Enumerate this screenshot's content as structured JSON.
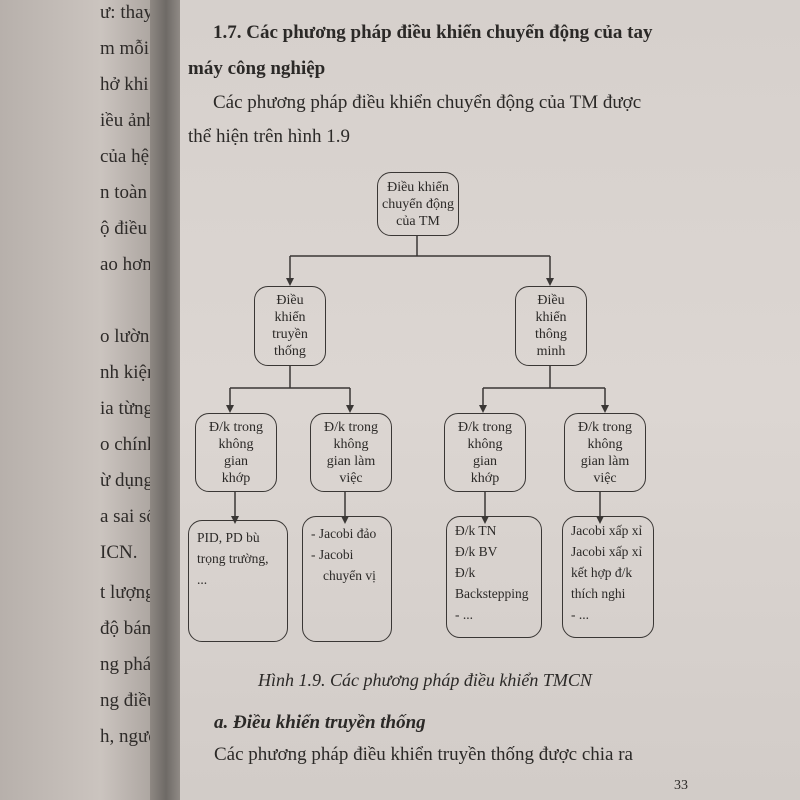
{
  "left_page": {
    "lines": [
      "ư: thay",
      "m mỗi",
      "hở khi",
      "iều ảnh",
      "của hệ",
      "n toàn",
      "ộ điều",
      "ao hơn",
      "o lường",
      "nh kiện",
      "ia từng",
      "o chính",
      "ừ dụng",
      "a sai số",
      "ICN.",
      "t lượng",
      "độ bám",
      "ng pháp",
      "ng điều",
      "h, ngược"
    ]
  },
  "right_page": {
    "section_heading_line1": "1.7. Các phương pháp điều khiển chuyển động của tay",
    "section_heading_line2": "máy công nghiệp",
    "intro_line1": "Các phương pháp điều khiển chuyển động của TM được",
    "intro_line2": "thể hiện trên hình 1.9",
    "diagram": {
      "root": [
        "Điều khiển",
        "chuyển động",
        "của TM"
      ],
      "level1_left": [
        "Điều",
        "khiển",
        "truyền",
        "thống"
      ],
      "level1_right": [
        "Điều",
        "khiển",
        "thông",
        "minh"
      ],
      "level2": [
        [
          "Đ/k trong",
          "không",
          "gian",
          "khớp"
        ],
        [
          "Đ/k trong",
          "không",
          "gian làm",
          "việc"
        ],
        [
          "Đ/k trong",
          "không",
          "gian",
          "khớp"
        ],
        [
          "Đ/k trong",
          "không",
          "gian làm",
          "việc"
        ]
      ],
      "leaves": [
        [
          "PID, PD bù",
          "trọng trường,",
          "..."
        ],
        [
          "- Jacobi đảo",
          "- Jacobi",
          "chuyển vị"
        ],
        [
          "Đ/k TN",
          "Đ/k BV",
          "Đ/k",
          "Backstepping",
          "- ..."
        ],
        [
          "Jacobi xấp xỉ",
          "Jacobi xấp xỉ",
          "kết hợp đ/k",
          "thích nghi",
          "- ..."
        ]
      ]
    },
    "caption": "Hình 1.9. Các phương pháp điều khiển TMCN",
    "subheading": "a. Điều khiển truyền thống",
    "closing_line": "Các phương pháp điều khiển truyền thống được chia ra",
    "page_number": "33"
  }
}
